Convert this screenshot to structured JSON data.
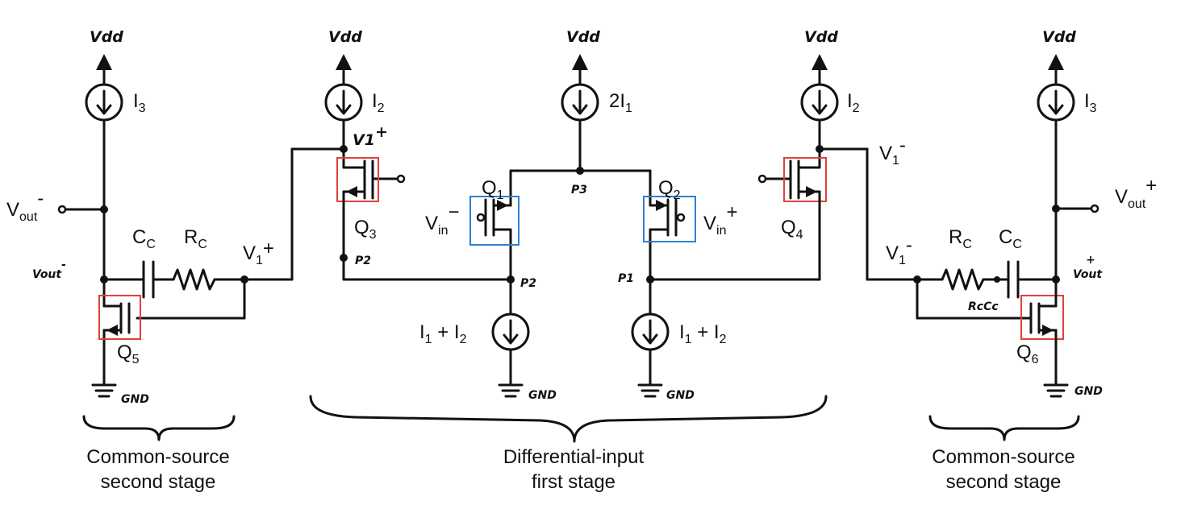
{
  "supply": {
    "vdd": "Vdd",
    "gnd": "GND"
  },
  "sources": {
    "i3": "I",
    "i3_sub": "3",
    "i2": "I",
    "i2_sub": "2",
    "tail": "2I",
    "tail_sub": "1",
    "sink_a": "I",
    "sink_a_sub": "1",
    "sink_b": " + I",
    "sink_b_sub": "2"
  },
  "transistors": {
    "q1": "Q",
    "q1_sub": "1",
    "q2": "Q",
    "q2_sub": "2",
    "q3": "Q",
    "q3_sub": "3",
    "q4": "Q",
    "q4_sub": "4",
    "q5": "Q",
    "q5_sub": "5",
    "q6": "Q",
    "q6_sub": "6"
  },
  "nodes": {
    "v": "V",
    "in_sub": "in",
    "out_sub": "out",
    "one_sub": "1",
    "plus": "+",
    "minus": "-",
    "minus_long": "−",
    "hw_vout": "Vout",
    "hw_v1": "V1",
    "p1": "P1",
    "p2": "P2",
    "p3": "P3",
    "rccc": "RcCc"
  },
  "passives": {
    "c": "C",
    "c_sub": "C",
    "r": "R",
    "r_sub": "C"
  },
  "captions": {
    "left_1": "Common-source",
    "left_2": "second stage",
    "mid_1": "Differential-input",
    "mid_2": "first stage",
    "right_1": "Common-source",
    "right_2": "second stage"
  },
  "colors": {
    "highlight_red": "#e0413a",
    "highlight_blue": "#2f7fd0"
  }
}
